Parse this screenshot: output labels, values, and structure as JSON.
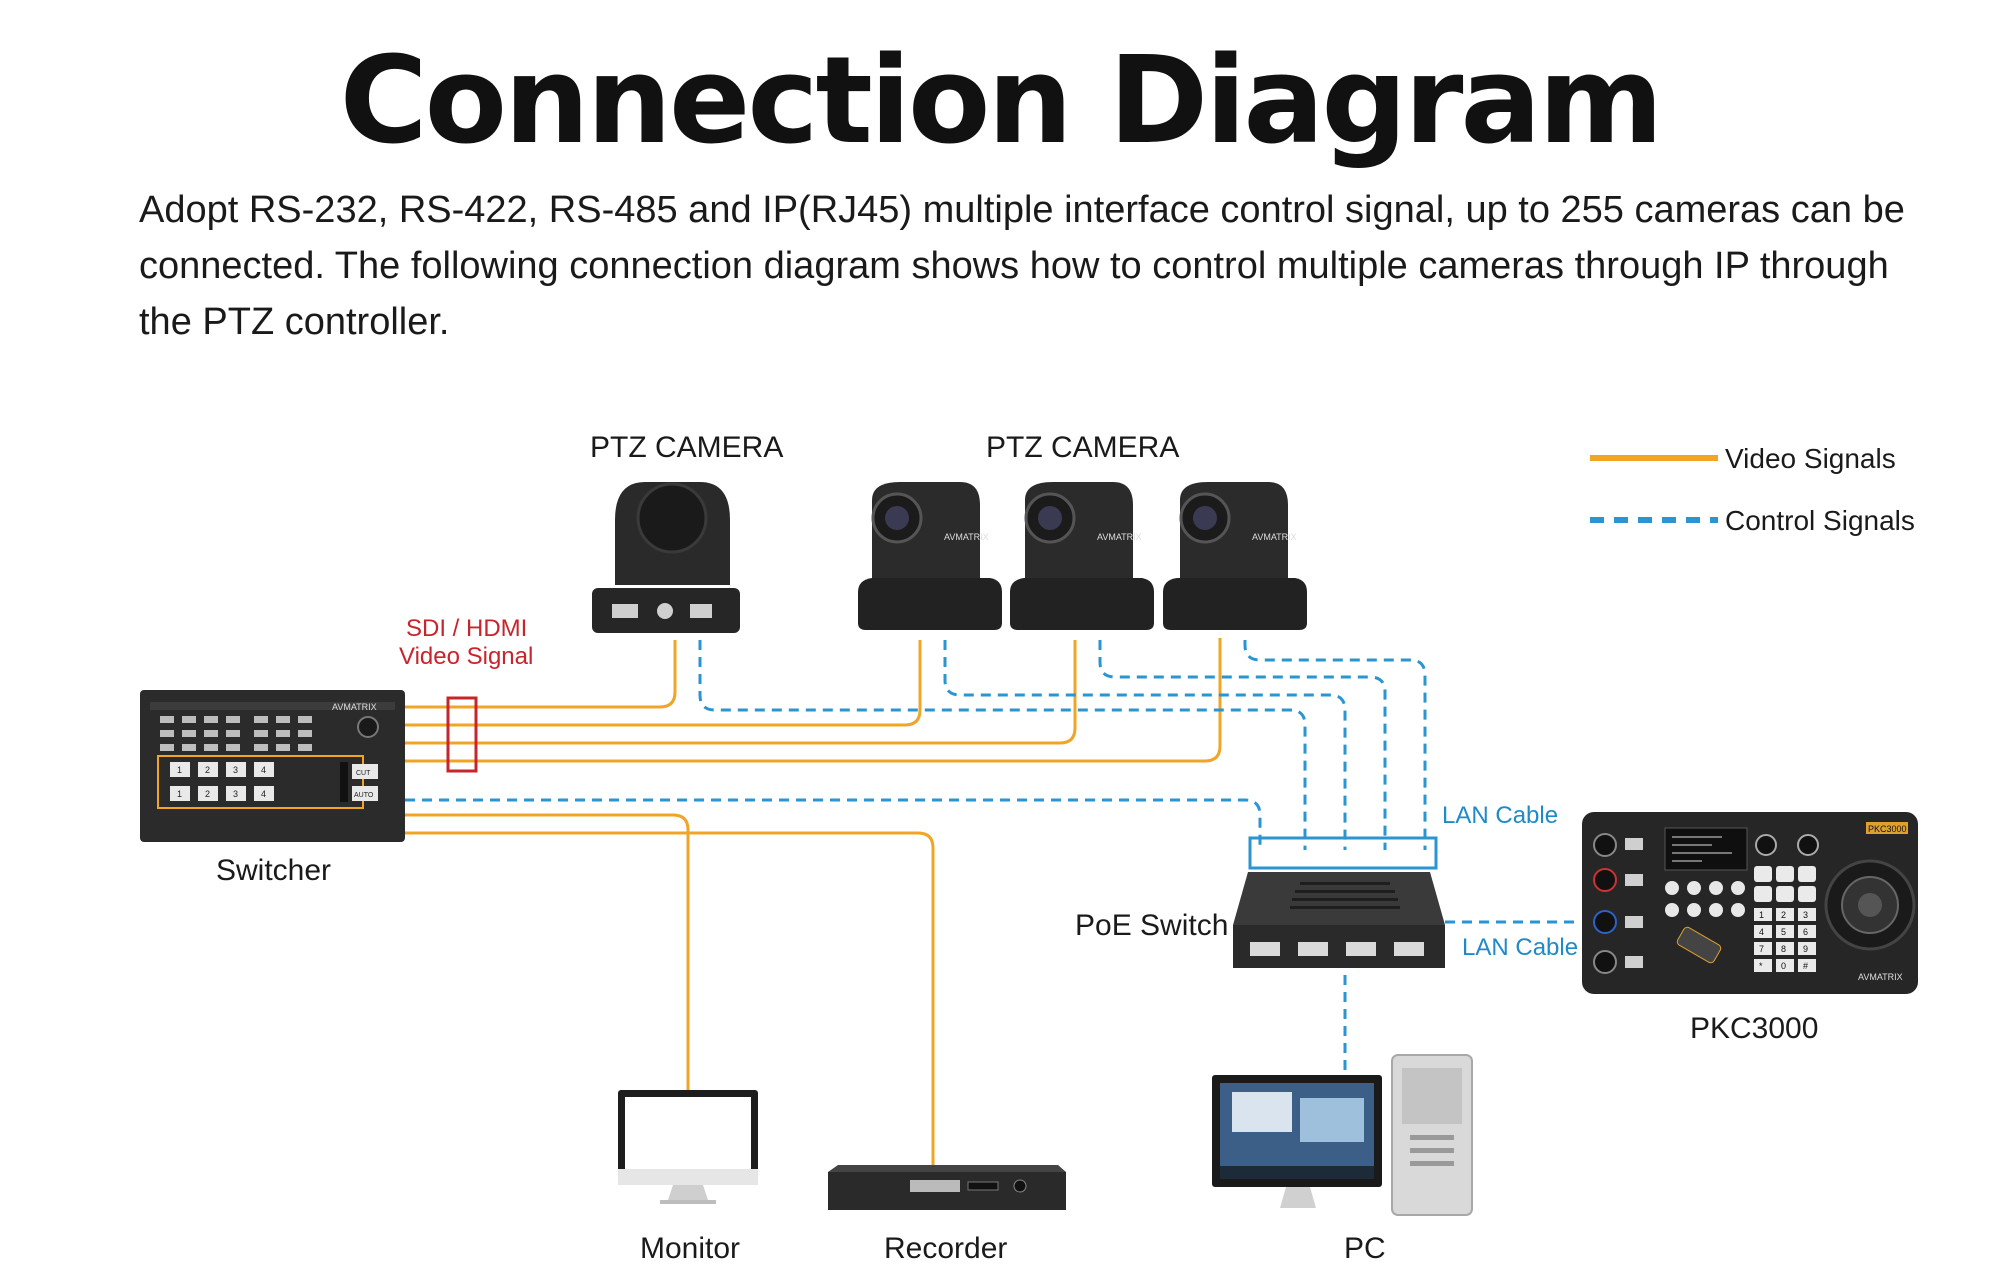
{
  "title": "Connection Diagram",
  "intro": "Adopt RS-232, RS-422, RS-485 and IP(RJ45) multiple interface control signal, up to 255 cameras can be connected. The following connection diagram shows how to control multiple cameras through IP through the PTZ controller.",
  "legend": {
    "video": "Video Signals",
    "control": "Control Signals"
  },
  "labels": {
    "ptz_camera_1": "PTZ CAMERA",
    "ptz_camera_2": "PTZ CAMERA",
    "sdi_hdmi_line1": "SDI / HDMI",
    "sdi_hdmi_line2": "Video Signal",
    "switcher": "Switcher",
    "poe_switch": "PoE Switch",
    "lan_cable_top": "LAN Cable",
    "lan_cable_right": "LAN Cable",
    "pkc3000": "PKC3000",
    "monitor": "Monitor",
    "recorder": "Recorder",
    "pc": "PC"
  },
  "device_text": {
    "switcher_brand": "AVMATRIX",
    "camera_brand": "AVMATRIX",
    "pkc_badge": "PKC3000",
    "pkc_brand": "AVMATRIX",
    "switch_buttons": [
      "1",
      "2",
      "3",
      "4"
    ],
    "switch_cut": "CUT",
    "switch_auto": "AUTO",
    "keypad": [
      "1",
      "2",
      "3",
      "4",
      "5",
      "6",
      "7",
      "8",
      "9",
      "*",
      "0",
      "#"
    ]
  },
  "colors": {
    "video": "#f0a526",
    "control": "#2a95d1",
    "sdi_box": "#c8242b",
    "device_body": "#2b2b2b",
    "switcher_accent": "#f0a526"
  }
}
